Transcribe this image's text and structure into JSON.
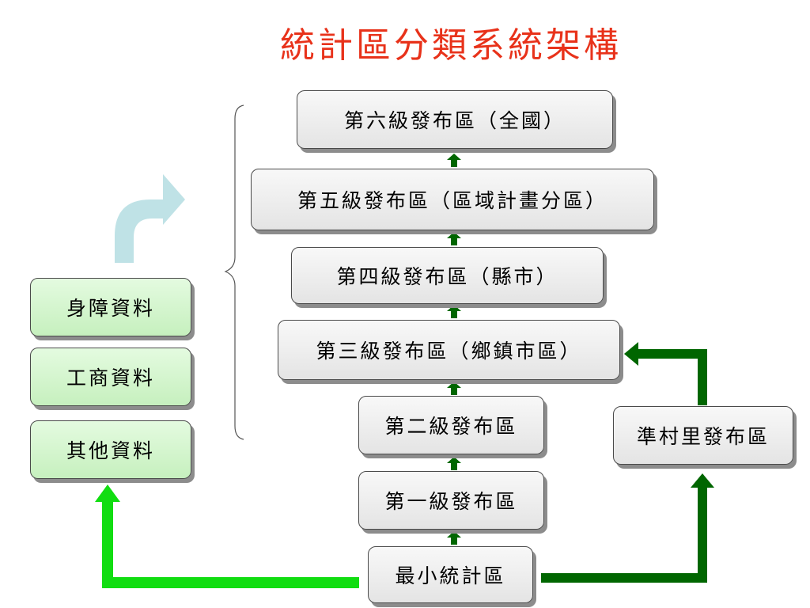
{
  "title": "統計區分類系統架構",
  "hierarchy": {
    "level6": "第六級發布區（全國）",
    "level5": "第五級發布區（區域計畫分區）",
    "level4": "第四級發布區（縣市）",
    "level3": "第三級發布區（鄉鎮市區）",
    "level2": "第二級發布區",
    "level1": "第一級發布區",
    "base": "最小統計區"
  },
  "side_branch": {
    "village": "準村里發布區"
  },
  "data_sources": [
    "身障資料",
    "工商資料",
    "其他資料"
  ],
  "colors": {
    "title": "#e8321a",
    "dark_arrow": "#006600",
    "light_arrow": "#11dd11",
    "curved_arrow": "#bfe2e6",
    "grey_box": "#ececec",
    "green_box": "#d3f5cc"
  }
}
